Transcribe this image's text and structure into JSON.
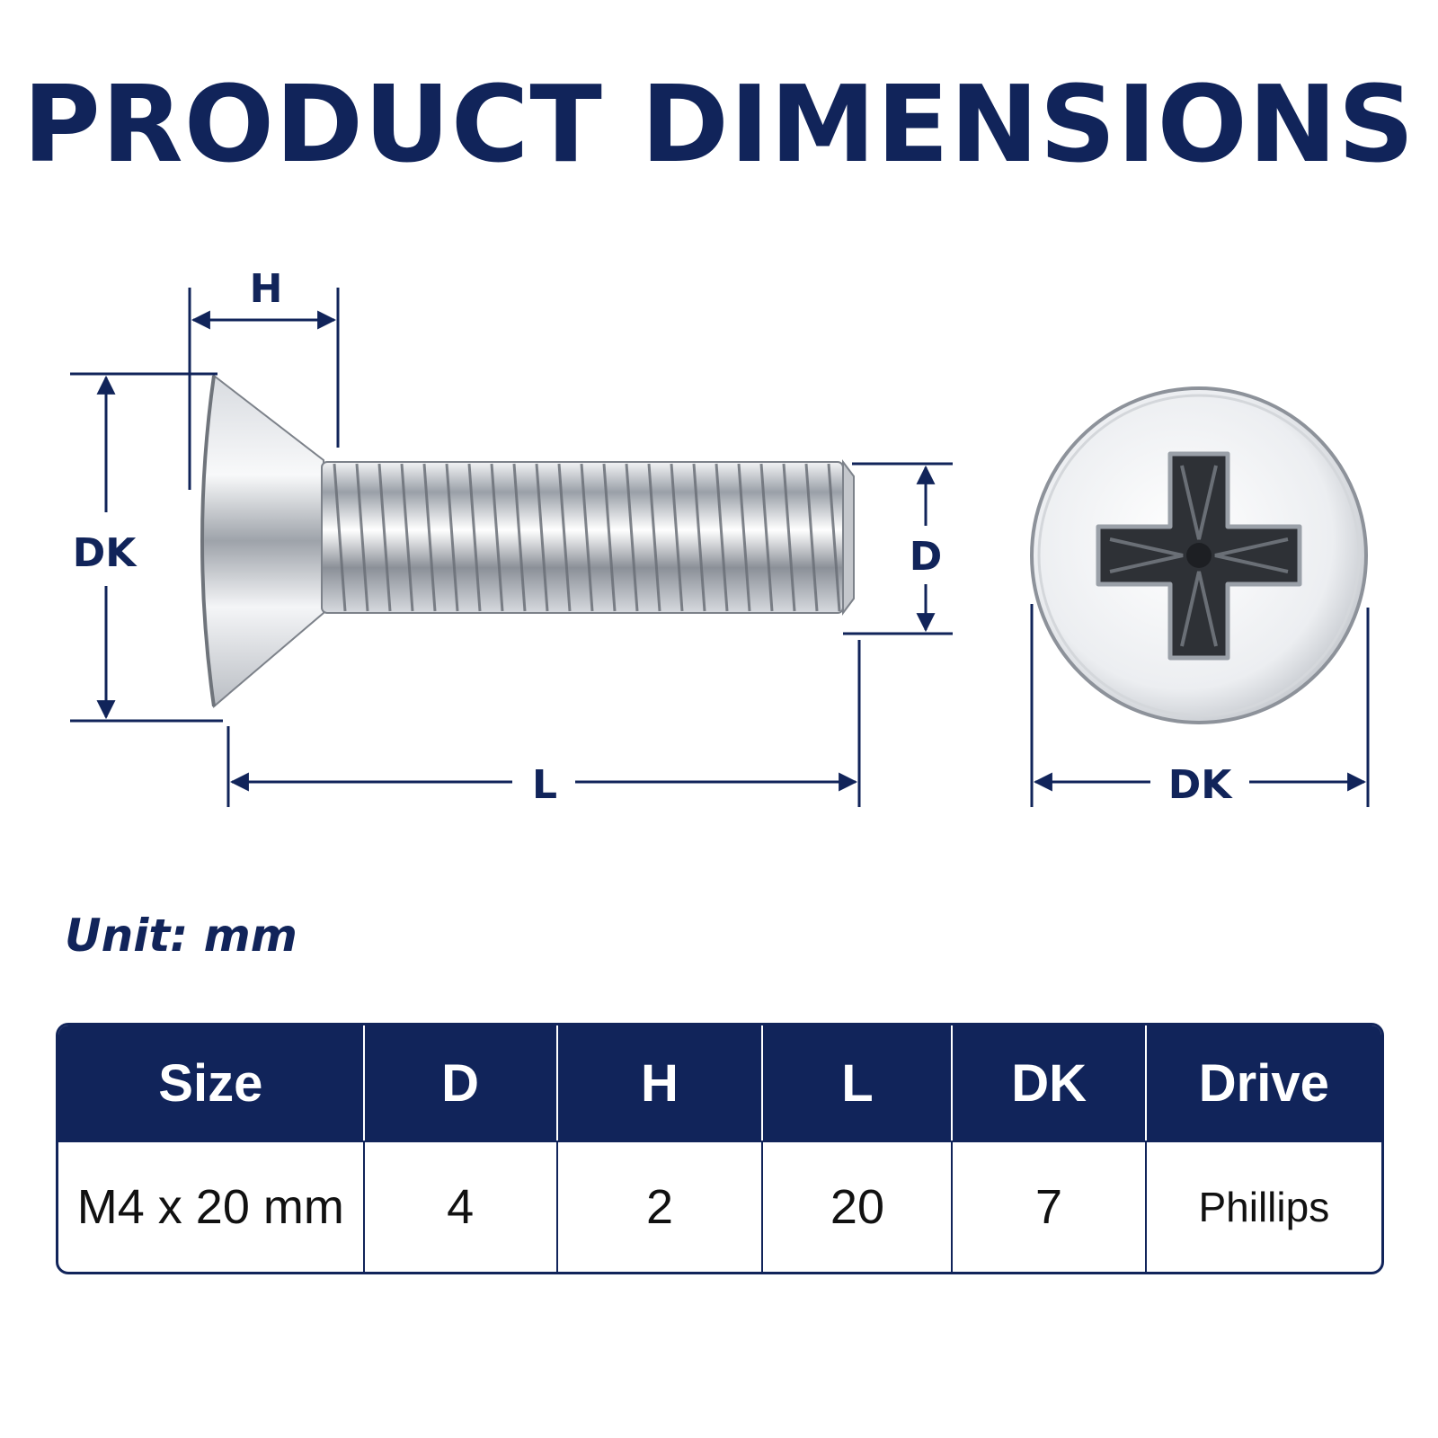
{
  "title": "PRODUCT DIMENSIONS",
  "labels": {
    "h": "H",
    "dk_side": "DK",
    "d": "D",
    "l": "L",
    "dk_top": "DK"
  },
  "unit_label": "Unit: mm",
  "table": {
    "headers": [
      "Size",
      "D",
      "H",
      "L",
      "DK",
      "Drive"
    ],
    "row": [
      "M4 x 20 mm",
      "4",
      "2",
      "20",
      "7",
      "Phillips"
    ]
  },
  "colors": {
    "navy": "#11245a",
    "metal": "#c9ccd1"
  }
}
